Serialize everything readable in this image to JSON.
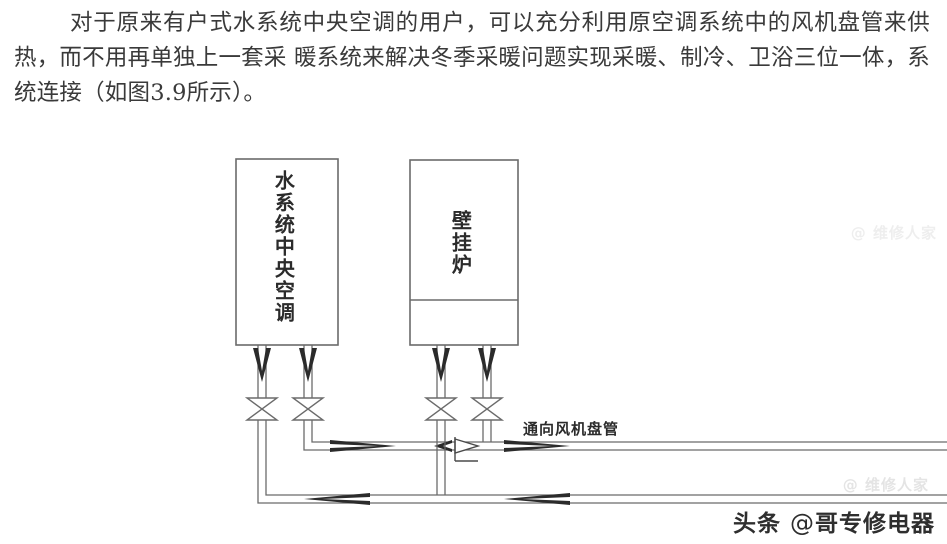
{
  "document": {
    "paragraph": "对于原来有户式水系统中央空调的用户，可以充分利用原空调系统中的风机盘管来供热，而不用再单独上一套采 暖系统来解决冬季采暖问题实现采暖、制冷、卫浴三位一体，系统连接（如图3.9所示）。"
  },
  "diagram": {
    "figure_number": "3.9",
    "units": [
      {
        "id": "ac",
        "label": "水系统中央空调",
        "orientation": "vertical"
      },
      {
        "id": "boiler",
        "label": "壁挂炉",
        "orientation": "vertical"
      }
    ],
    "annotations": [
      {
        "id": "fan-coil",
        "label": "通向风机盘管"
      }
    ],
    "components": {
      "gate_valve_count": 4,
      "check_valve_count": 1,
      "flow_arrow_count": 8,
      "supply_pipe_label": "",
      "return_pipe_label": ""
    },
    "colors": {
      "line": "#4a4a4a",
      "fill": "#ffffff",
      "arrow": "#2b2b2b"
    }
  },
  "watermarks": {
    "faint_top": "@ 维修人家",
    "faint_bottom": "@ 维修人家",
    "main_prefix": "头条",
    "main_at": "@",
    "main_name": "哥专修电器"
  }
}
